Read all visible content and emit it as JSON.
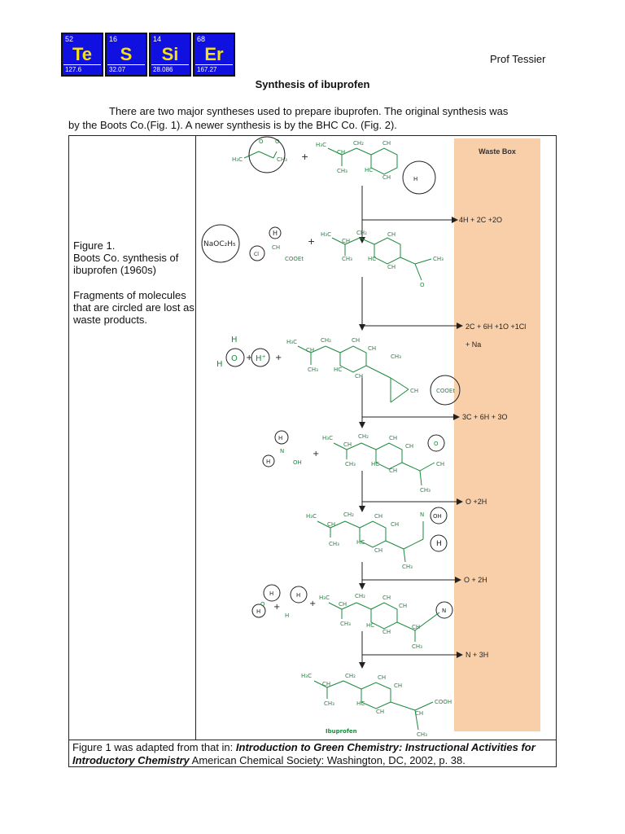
{
  "header": {
    "tiles": [
      {
        "number": "52",
        "symbol": "Te",
        "mass": "127.6"
      },
      {
        "number": "16",
        "symbol": "S",
        "mass": "32.07"
      },
      {
        "number": "14",
        "symbol": "Si",
        "mass": "28.086"
      },
      {
        "number": "68",
        "symbol": "Er",
        "mass": "167.27"
      }
    ],
    "author": "Prof Tessier"
  },
  "title": "Synthesis of ibuprofen",
  "intro": {
    "line1": "There are two major syntheses used to prepare ibuprofen.  The original synthesis was",
    "line2": "by the Boots Co.(Fig. 1).  A newer synthesis is by the BHC Co. (Fig. 2)."
  },
  "caption": {
    "line1": "Figure 1.",
    "line2": "Boots Co. synthesis of ibuprofen (1960s)",
    "line3": "Fragments of molecules that are circled are lost as waste products."
  },
  "waste_box": {
    "title": "Waste Box",
    "items": [
      "4H + 2C +2O",
      "2C + 6H +1O +1Cl",
      "+ Na",
      "3C + 6H + 3O",
      "O +2H",
      "O + 2H",
      "N + 3H"
    ]
  },
  "diagram": {
    "plus": "+",
    "labels": {
      "h3c": "H₃C",
      "ch": "CH",
      "ch2": "CH₂",
      "ch3": "CH₃",
      "hc": "HC",
      "c": "C",
      "o": "O",
      "h": "H",
      "cooet": "COOEt",
      "cl": "Cl",
      "naoc": "NaOC₂H₅",
      "oh": "OH",
      "n": "N",
      "hplus": "H⁺",
      "cooh": "COOH"
    },
    "product_name": "Ibuprofen"
  },
  "credit": {
    "prefix": "Figure 1 was adapted from that in: ",
    "book": "Introduction to Green Chemistry: Instructional Activities for Introductory Chemistry",
    "suffix": " American Chemical Society: Washington, DC, 2002, p. 38."
  }
}
